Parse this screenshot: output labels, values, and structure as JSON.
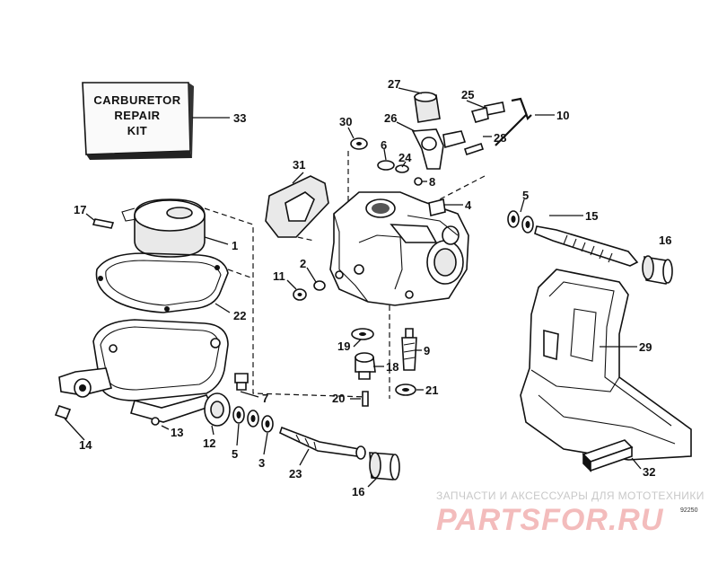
{
  "kit_box": {
    "line1": "CARBURETOR",
    "line2": "REPAIR",
    "line3": "KIT"
  },
  "callouts": {
    "n1": "1",
    "n2": "2",
    "n3": "3",
    "n4": "4",
    "n5a": "5",
    "n5b": "5",
    "n6": "6",
    "n7": "7",
    "n8": "8",
    "n9": "9",
    "n10": "10",
    "n11": "11",
    "n12": "12",
    "n13": "13",
    "n14": "14",
    "n15": "15",
    "n16a": "16",
    "n16b": "16",
    "n17": "17",
    "n18": "18",
    "n19": "19",
    "n20": "20",
    "n21": "21",
    "n22": "22",
    "n23": "23",
    "n24": "24",
    "n25": "25",
    "n26": "26",
    "n27": "27",
    "n28": "28",
    "n29": "29",
    "n30": "30",
    "n31": "31",
    "n32": "32",
    "n33": "33"
  },
  "watermark": {
    "tagline": "ЗАПЧАСТИ И АКСЕССУАРЫ ДЛЯ МОТОТЕХНИКИ",
    "logo": "PARTSFOR.RU"
  },
  "figure_code": "92250"
}
